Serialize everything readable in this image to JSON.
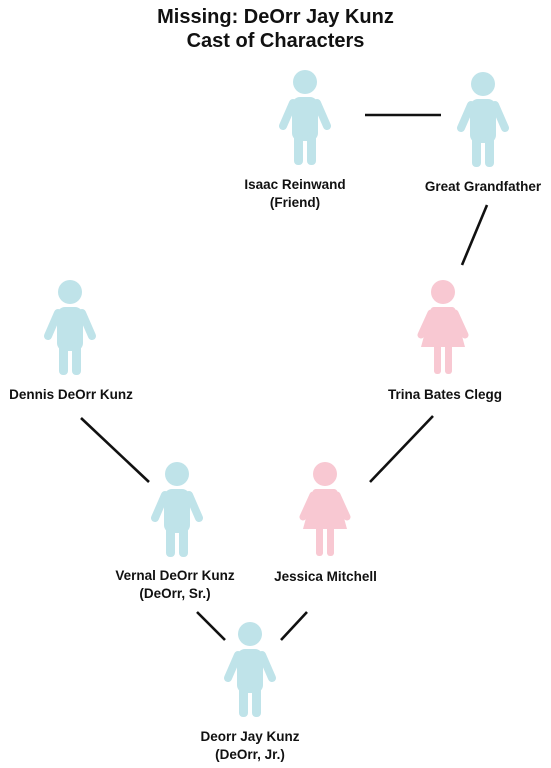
{
  "title": {
    "line1": "Missing: DeOrr Jay Kunz",
    "line2": "Cast of Characters"
  },
  "colors": {
    "male": "#bfe3e9",
    "female": "#f8c8d2",
    "line": "#111111"
  },
  "people": {
    "isaac": {
      "name": "Isaac Reinwand",
      "role": "(Friend)",
      "gender": "male",
      "icon": "male-person-icon"
    },
    "great_grandfather": {
      "name": "Great Grandfather",
      "role": "",
      "gender": "male",
      "icon": "male-person-icon"
    },
    "dennis": {
      "name": "Dennis DeOrr Kunz",
      "role": "",
      "gender": "male",
      "icon": "male-person-icon"
    },
    "trina": {
      "name": "Trina Bates Clegg",
      "role": "",
      "gender": "female",
      "icon": "female-person-icon"
    },
    "vernal": {
      "name": "Vernal DeOrr Kunz",
      "role": "(DeOrr, Sr.)",
      "gender": "male",
      "icon": "male-person-icon"
    },
    "jessica": {
      "name": "Jessica Mitchell",
      "role": "",
      "gender": "female",
      "icon": "female-person-icon"
    },
    "deorr": {
      "name": "Deorr Jay Kunz",
      "role": "(DeOrr, Jr.)",
      "gender": "male",
      "icon": "male-person-icon"
    }
  },
  "connections": [
    {
      "from": "isaac",
      "to": "great_grandfather"
    },
    {
      "from": "great_grandfather",
      "to": "trina"
    },
    {
      "from": "dennis",
      "to": "vernal"
    },
    {
      "from": "trina",
      "to": "jessica"
    },
    {
      "from": "vernal",
      "to": "deorr"
    },
    {
      "from": "jessica",
      "to": "deorr"
    }
  ]
}
